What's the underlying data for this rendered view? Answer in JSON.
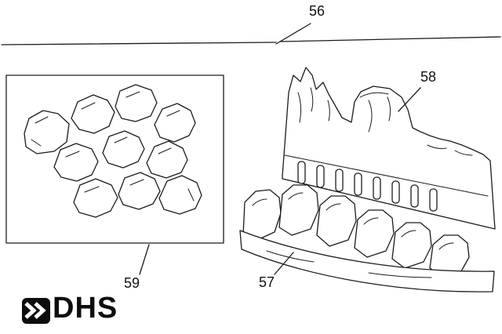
{
  "figure": {
    "ref_labels": {
      "assembly": "56",
      "front_ember_strip": "57",
      "log_grate": "58",
      "ember_box": "59"
    }
  },
  "logo": {
    "text": "DHS"
  },
  "colors": {
    "line": "#1c1c1c",
    "background": "#ffffff"
  }
}
